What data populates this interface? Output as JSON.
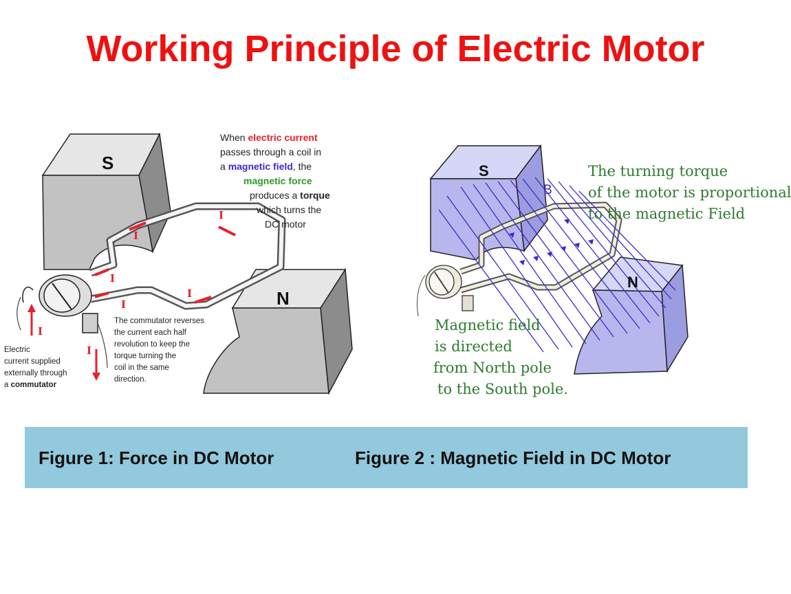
{
  "title": "Working Principle of Electric Motor",
  "colors": {
    "title": "#ee1111",
    "caption_bar": "#92c9dc",
    "current_red": "#e8202c",
    "field_blue": "#3c2ad0",
    "force_green": "#2c9a2c",
    "annotation_green": "#2e7a2e",
    "pole_gray": "#c2c2c2",
    "pole_lavender": "#b7b7ee"
  },
  "figure1": {
    "pole_s": "S",
    "pole_n": "N",
    "current_labels": [
      "I",
      "I",
      "I",
      "I",
      "I",
      "I",
      "I"
    ],
    "explanation": {
      "l1_a": "When ",
      "l1_b": "electric current",
      "l2": "passes through a  coil in",
      "l3_a": "a ",
      "l3_b": "magnetic field",
      "l3_c": ", the",
      "l4": "magnetic force",
      "l5_a": "produces a ",
      "l5_b": "torque",
      "l6": "which turns the",
      "l7": "DC motor"
    },
    "commutator_note": [
      "The commutator reverses",
      "the current each half",
      "revolution to keep the",
      "torque turning the",
      "coil in the same",
      "direction."
    ],
    "supply_note": {
      "l1": "Electric",
      "l2": "current supplied",
      "l3": "externally through",
      "l4_a": "a ",
      "l4_b": "commutator"
    }
  },
  "figure2": {
    "pole_s": "S",
    "pole_n": "N",
    "field_label": "B",
    "torque_note": [
      "The turning torque",
      "of the motor is proportional",
      "to the magnetic Field"
    ],
    "field_note": [
      "Magnetic field",
      "is directed",
      "from North pole",
      "to the South pole."
    ]
  },
  "captions": {
    "figure1": "Figure 1: Force in DC Motor",
    "figure2": "Figure 2 : Magnetic Field in DC Motor"
  }
}
